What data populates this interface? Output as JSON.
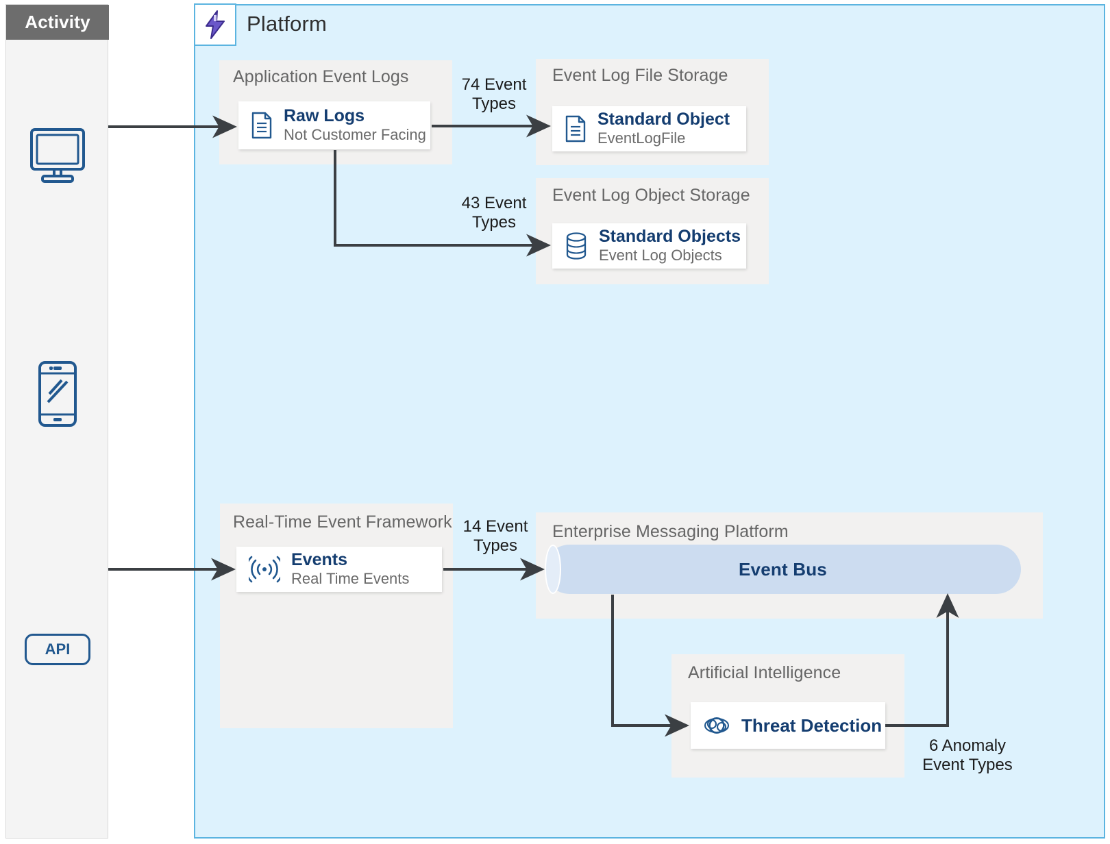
{
  "sidebar": {
    "header": "Activity",
    "icons": [
      {
        "name": "desktop-monitor-icon"
      },
      {
        "name": "mobile-phone-icon"
      }
    ],
    "api_label": "API"
  },
  "platform": {
    "title": "Platform",
    "badge_icon": "lightning-bolt-icon",
    "groups": [
      {
        "id": "app-event-logs",
        "title": "Application Event Logs"
      },
      {
        "id": "event-log-file-storage",
        "title": "Event Log File Storage"
      },
      {
        "id": "event-log-object-storage",
        "title": "Event Log Object Storage"
      },
      {
        "id": "realtime-event-framework",
        "title": "Real-Time Event Framework"
      },
      {
        "id": "enterprise-messaging-platform",
        "title": "Enterprise Messaging Platform"
      },
      {
        "id": "artificial-intelligence",
        "title": "Artificial Intelligence"
      }
    ],
    "cards": {
      "raw_logs": {
        "title": "Raw Logs",
        "subtitle": "Not Customer Facing",
        "icon": "document-icon"
      },
      "standard_object": {
        "title": "Standard Object",
        "subtitle": "EventLogFile",
        "icon": "document-icon"
      },
      "standard_objects": {
        "title": "Standard Objects",
        "subtitle": "Event Log Objects",
        "icon": "database-icon"
      },
      "events": {
        "title": "Events",
        "subtitle": "Real Time Events",
        "icon": "broadcast-signal-icon"
      },
      "threat_detection": {
        "title": "Threat Detection",
        "subtitle": "",
        "icon": "brain-icon"
      }
    },
    "event_bus": {
      "label": "Event Bus"
    }
  },
  "edges": [
    {
      "id": "raw-to-file-storage",
      "label": "74 Event\nTypes"
    },
    {
      "id": "raw-to-object-storage",
      "label": "43 Event\nTypes"
    },
    {
      "id": "events-to-bus",
      "label": "14 Event\nTypes"
    },
    {
      "id": "threat-to-bus",
      "label": "6 Anomaly\nEvent Types"
    }
  ],
  "colors": {
    "platform_fill": "#ddf2fd",
    "platform_border": "#5bb4e0",
    "group_fill": "#f2f1f0",
    "card_title": "#143d70",
    "sidebar_header": "#6d6d6d",
    "accent_blue": "#21588f",
    "bus_fill": "#ccdcf0",
    "connector": "#3b3f43",
    "bolt_purple": "#5b4bbd"
  }
}
